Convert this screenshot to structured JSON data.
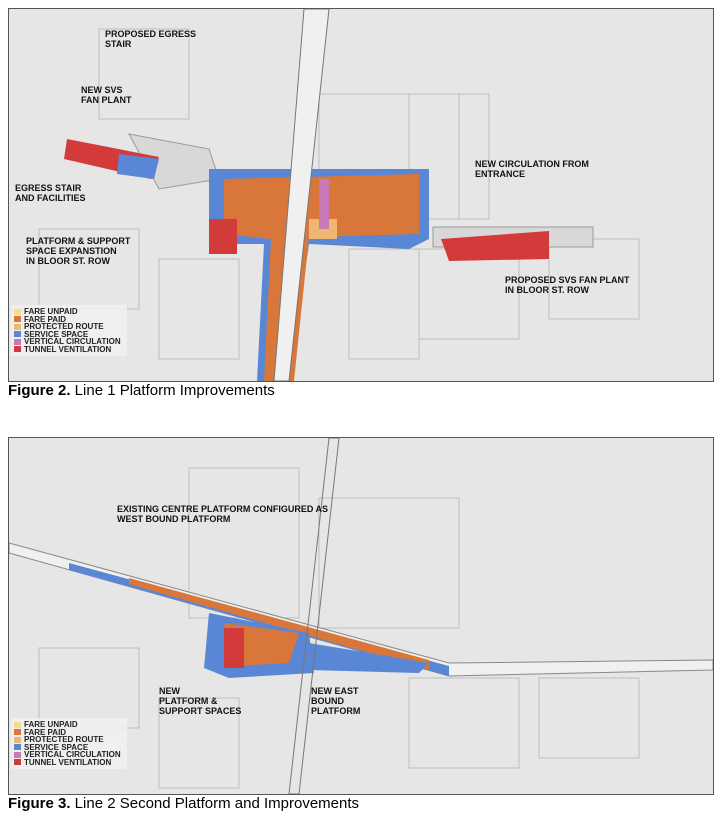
{
  "legend_colors": {
    "fare_unpaid": "#f7da8e",
    "fare_paid": "#d9773a",
    "protected_route": "#efb872",
    "service_space": "#5a86d6",
    "vertical_circulation": "#c978b8",
    "tunnel_ventilation": "#d33b3b"
  },
  "legend": [
    "FARE UNPAID",
    "FARE PAID",
    "PROTECTED ROUTE",
    "SERVICE SPACE",
    "VERTICAL CIRCULATION",
    "TUNNEL VENTILATION"
  ],
  "figure2": {
    "caption_number": "Figure 2.",
    "caption_text": " Line 1 Platform Improvements",
    "labels": {
      "egress_stair": "PROPOSED EGRESS\nSTAIR",
      "svs_fan_plant": "NEW SVS\nFAN PLANT",
      "egress_facilities": "EGRESS STAIR\nAND FACILITIES",
      "platform_support": "PLATFORM & SUPPORT\nSPACE EXPANSTION\nIN BLOOR ST. ROW",
      "new_circulation": "NEW CIRCULATION FROM\nENTRANCE",
      "proposed_svs": "PROPOSED SVS FAN PLANT\nIN BLOOR ST. ROW"
    }
  },
  "figure3": {
    "caption_number": "Figure 3.",
    "caption_text": " Line 2 Second Platform and Improvements",
    "labels": {
      "existing_centre": "EXISTING CENTRE PLATFORM CONFIGURED AS\nWEST BOUND PLATFORM",
      "new_platform": "NEW\nPLATFORM &\nSUPPORT SPACES",
      "new_east": "NEW EAST\nBOUND\nPLATFORM"
    }
  }
}
